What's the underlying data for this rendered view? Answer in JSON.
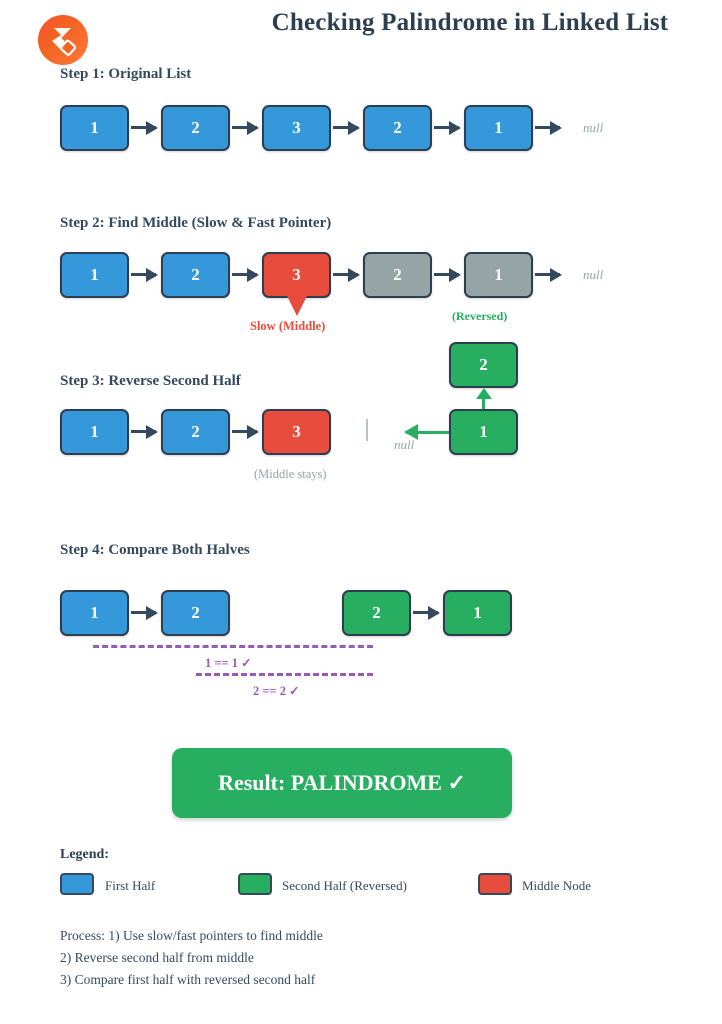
{
  "header": {
    "title": "Checking Palindrome in Linked List",
    "logo_icon": "sigma-diamond-logo-icon",
    "logo_color": "#f26522",
    "title_color": "#2c3e50"
  },
  "palette": {
    "first_half": "#3498db",
    "second_half": "#27ae60",
    "middle": "#e74c3c",
    "inactive": "#95a5a6",
    "border": "#2c3e50",
    "compare": "#9b59b6",
    "null_text": "#95a5a6"
  },
  "steps": [
    {
      "id": "step-1",
      "title": "Step 1: Original List",
      "nodes": [
        {
          "value": "1",
          "color": "blue"
        },
        {
          "value": "2",
          "color": "blue"
        },
        {
          "value": "3",
          "color": "blue"
        },
        {
          "value": "2",
          "color": "blue"
        },
        {
          "value": "1",
          "color": "blue"
        }
      ],
      "tail_label": "null"
    },
    {
      "id": "step-2",
      "title": "Step 2: Find Middle (Slow & Fast Pointer)",
      "nodes": [
        {
          "value": "1",
          "color": "blue"
        },
        {
          "value": "2",
          "color": "blue"
        },
        {
          "value": "3",
          "color": "red"
        },
        {
          "value": "2",
          "color": "gray"
        },
        {
          "value": "1",
          "color": "gray"
        }
      ],
      "tail_label": "null",
      "pointer_label": "Slow (Middle)",
      "reversed_label": "(Reversed)"
    },
    {
      "id": "step-3",
      "title": "Step 3: Reverse Second Half",
      "first_half_nodes": [
        {
          "value": "1",
          "color": "blue"
        },
        {
          "value": "2",
          "color": "blue"
        },
        {
          "value": "3",
          "color": "red"
        }
      ],
      "middle_note": "(Middle stays)",
      "reversed_nodes": [
        {
          "value": "2",
          "color": "green"
        },
        {
          "value": "1",
          "color": "green"
        }
      ],
      "null_label": "null"
    },
    {
      "id": "step-4",
      "title": "Step 4: Compare Both Halves",
      "left_nodes": [
        {
          "value": "1",
          "color": "blue"
        },
        {
          "value": "2",
          "color": "blue"
        }
      ],
      "right_nodes": [
        {
          "value": "2",
          "color": "green"
        },
        {
          "value": "1",
          "color": "green"
        }
      ],
      "comparisons": [
        "1 == 1 ✓",
        "2 == 2 ✓"
      ]
    }
  ],
  "result": {
    "label": "Result: PALINDROME ✓",
    "color": "#27ae60"
  },
  "legend": {
    "title": "Legend:",
    "items": [
      {
        "label": "First Half",
        "color": "blue"
      },
      {
        "label": "Second Half (Reversed)",
        "color": "green"
      },
      {
        "label": "Middle Node",
        "color": "red"
      }
    ]
  },
  "process": {
    "lines": [
      "Process: 1) Use slow/fast pointers to find middle",
      "2) Reverse second half from middle",
      "3) Compare first half with reversed second half"
    ]
  }
}
